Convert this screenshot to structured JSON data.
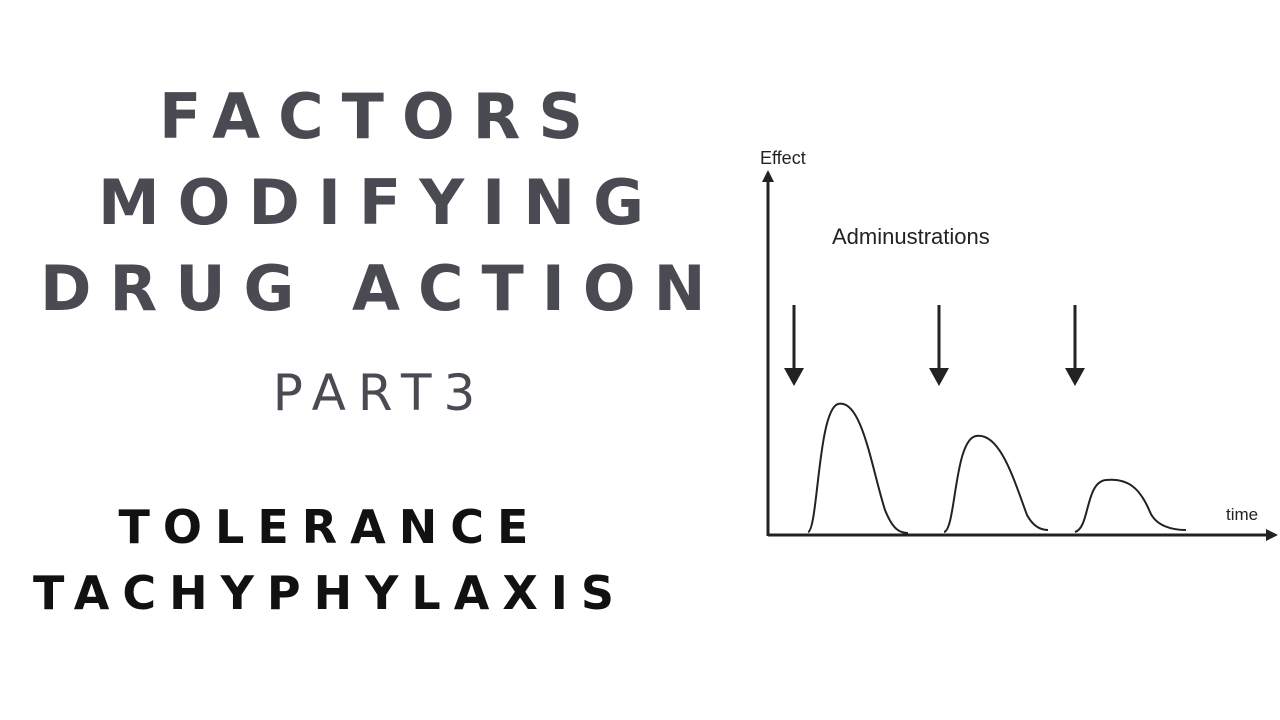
{
  "title": {
    "line1": "FACTORS",
    "line2": "MODIFYING",
    "line3": "DRUG ACTION"
  },
  "part": "PART3",
  "topics": [
    "TOLERANCE",
    "TACHYPHYLAXIS"
  ],
  "diagram": {
    "y_axis_label": "Effect",
    "x_axis_label": "time",
    "annotation": "Adminustrations",
    "administration_count": 3,
    "response_peaks_relative": [
      1.0,
      0.72,
      0.43
    ],
    "colors": {
      "line": "#222222",
      "title_text": "#4a4a52",
      "topic_text": "#111111"
    }
  }
}
